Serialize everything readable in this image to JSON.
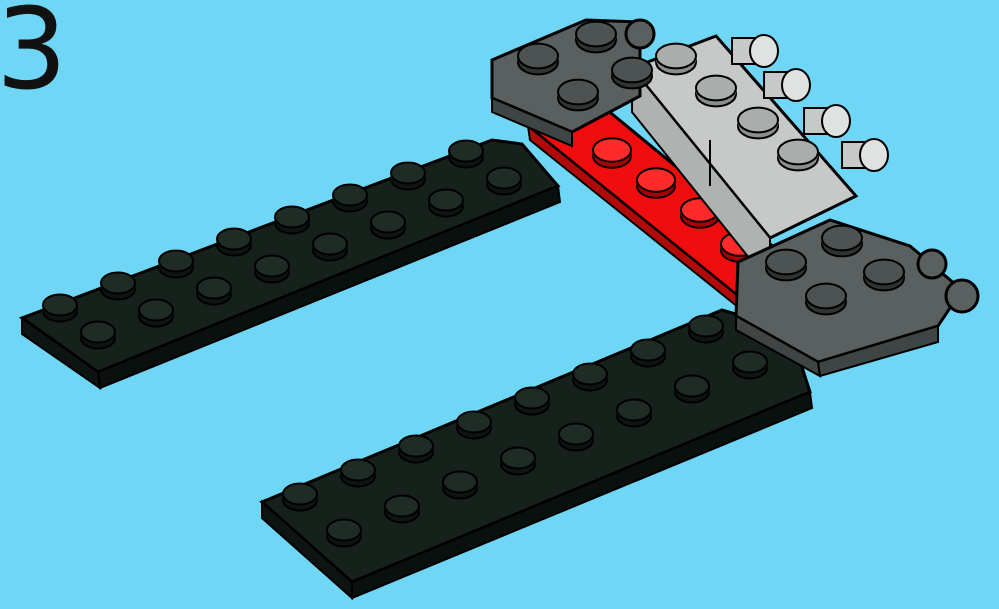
{
  "step": {
    "number": "3"
  },
  "colors": {
    "background": "#6fd6f6",
    "black_plate": "#16211c",
    "black_plate_side": "#0d1411",
    "dark_gray": "#59605f",
    "light_gray": "#c6c9c8",
    "red": "#f00d0d",
    "outline": "#000000"
  },
  "parts": [
    {
      "name": "black-plate-long-upper"
    },
    {
      "name": "black-plate-long-lower"
    },
    {
      "name": "red-plate"
    },
    {
      "name": "dark-gray-hinge-plate-top"
    },
    {
      "name": "light-gray-brick-with-clips"
    },
    {
      "name": "dark-gray-hinge-plate-bottom"
    }
  ]
}
